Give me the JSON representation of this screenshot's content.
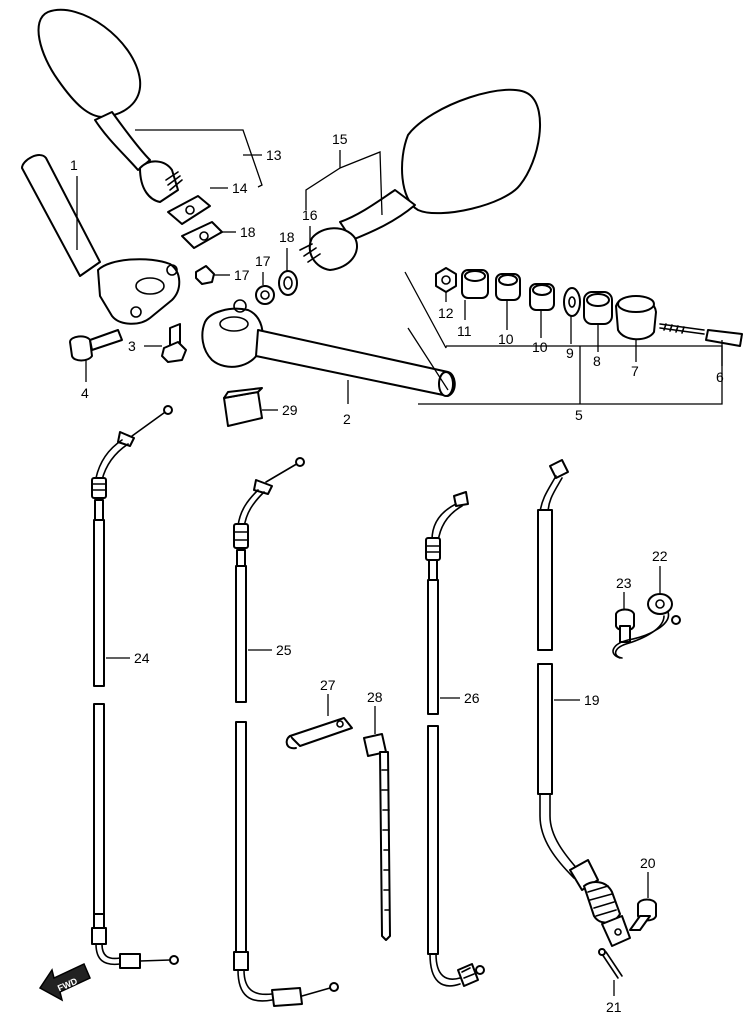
{
  "callouts": [
    "1",
    "2",
    "3",
    "4",
    "5",
    "6",
    "7",
    "8",
    "9",
    "10",
    "10",
    "11",
    "12",
    "13",
    "14",
    "15",
    "16",
    "17",
    "17",
    "18",
    "18",
    "19",
    "20",
    "21",
    "22",
    "23",
    "24",
    "25",
    "26",
    "27",
    "28",
    "29"
  ],
  "fwd_label": "FWD"
}
